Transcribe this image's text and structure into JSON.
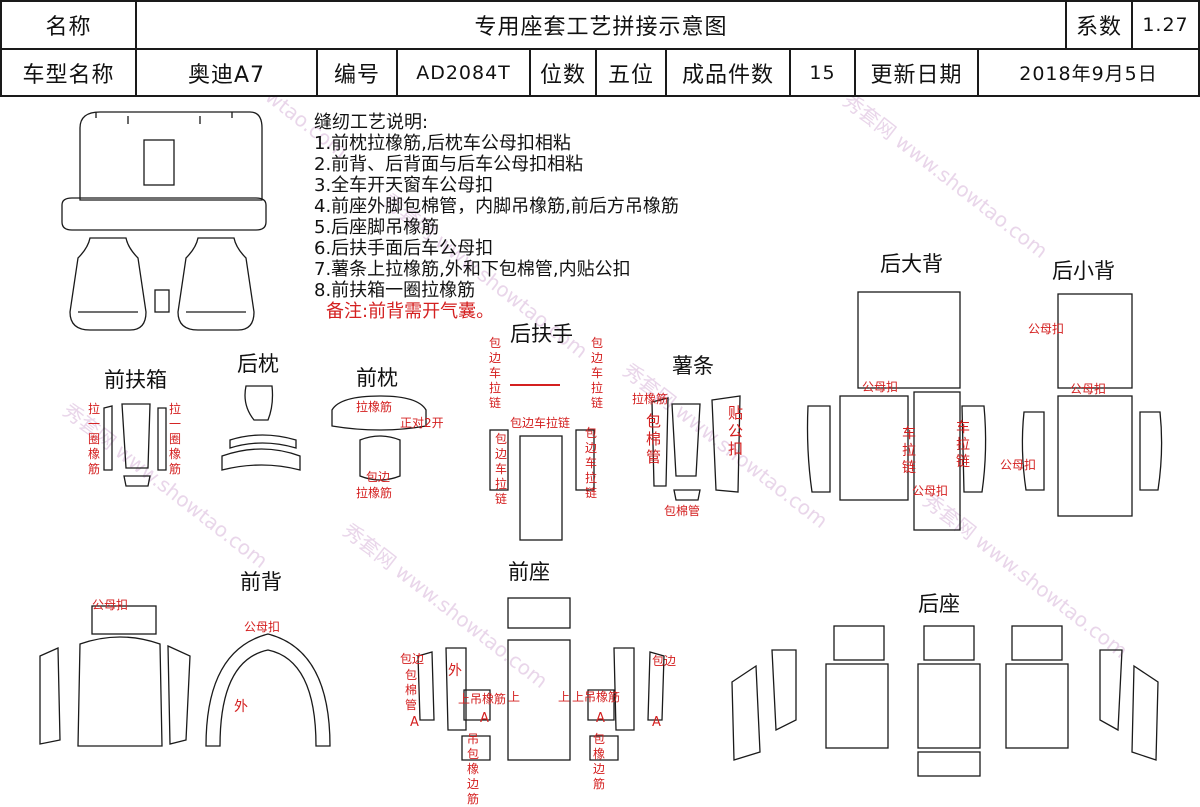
{
  "header": {
    "name_label": "名称",
    "title": "专用座套工艺拼接示意图",
    "coef_label": "系数",
    "coef_value": "1.27",
    "model_label": "车型名称",
    "model_value": "奥迪A7",
    "code_label": "编号",
    "code_value": "AD2084T",
    "seats_label": "位数",
    "seats_value": "五位",
    "pieces_label": "成品件数",
    "pieces_value": "15",
    "date_label": "更新日期",
    "date_value": "2018年9月5日"
  },
  "notes": {
    "title": "缝纫工艺说明:",
    "items": [
      "1.前枕拉橡筋,后枕车公母扣相粘",
      "2.前背、后背面与后车公母扣相粘",
      "3.全车开天窗车公母扣",
      "4.前座外脚包棉管，内脚吊橡筋,前后方吊橡筋",
      "5.后座脚吊橡筋",
      "6.后扶手面后车公母扣",
      "7.薯条上拉橡筋,外和下包棉管,内贴公扣",
      "8.前扶箱一圈拉橡筋"
    ],
    "remark": "备注:前背需开气囊。"
  },
  "sections": {
    "front_armrest_box": "前扶箱",
    "rear_pillow": "后枕",
    "front_pillow": "前枕",
    "rear_armrest": "后扶手",
    "fries": "薯条",
    "rear_big_back": "后大背",
    "rear_small_back": "后小背",
    "front_back": "前背",
    "front_seat": "前座",
    "rear_seat": "后座"
  },
  "annotations": {
    "fb_left": "拉一圈橡筋",
    "fb_right": "拉一圈橡筋",
    "fp_top": "拉橡筋",
    "fp_open": "正对2开",
    "fp_wrap": "包边",
    "fp_bottom": "拉橡筋",
    "ra_left": "包边车拉链",
    "ra_right": "包边车拉链",
    "ra_mid": "包边车拉链",
    "ra_left2": "包边车拉链",
    "ra_right2": "包边车拉链",
    "fr_top": "拉橡筋",
    "fr_wrap": "包棉管",
    "fr_paste": "贴公扣",
    "fr_bottom": "包棉管",
    "rb_snap": "公母扣",
    "rb_zip1": "车拉链",
    "rb_zip2": "车拉链",
    "rb_snap2": "公母扣",
    "rs_snap": "公母扣",
    "rs_snap2": "公母扣",
    "rs_snap3": "公母扣",
    "fbk_snap1": "公母扣",
    "fbk_snap2": "公母扣",
    "fbk_out": "外",
    "fs_wrap_l": "包边",
    "fs_pipe": "包棉管",
    "fs_out": "外",
    "fs_hang_l": "上吊橡筋",
    "fs_up_l": "上",
    "fs_up_r": "上",
    "fs_hang_r": "上吊橡筋",
    "fs_wrap_r": "包边",
    "fs_a1": "A",
    "fs_a2": "A",
    "fs_a3": "A",
    "fs_a4": "A",
    "fs_edge_l": "吊包橡边筋",
    "fs_edge_r": "包橡边筋"
  },
  "watermark": "秀套网 www.showtao.com",
  "colors": {
    "red": "#d42020",
    "line": "#1a1a1a",
    "watermark": "#e9d6ea"
  }
}
